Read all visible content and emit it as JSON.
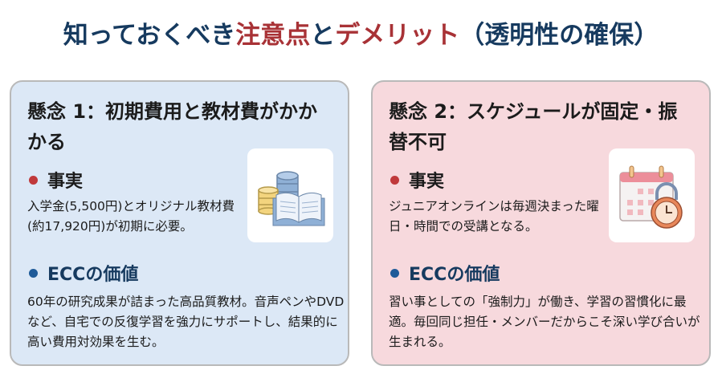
{
  "title": {
    "part1": "知っておくべき",
    "part2": "注意点",
    "part3": "と",
    "part4": "デメリット",
    "part5": "（透明性の確保）"
  },
  "colors": {
    "navy": "#163a5f",
    "red": "#a83236",
    "fact_dot": "#c0393b",
    "value_dot": "#1f5b99"
  },
  "cards": [
    {
      "heading": "懸念 1：初期費用と教材費がかかかる",
      "icon": "coins-and-book-icon",
      "fact_label": "事実",
      "fact_text": "入学金(5,500円)とオリジナル教材費(約17,920円)が初期に必要。",
      "value_label": "ECCの価値",
      "value_text": "60年の研究成果が詰まった高品質教材。音声ペンやDVDなど、自宅での反復学習を強力にサポートし、結果的に高い費用対効果を生む。"
    },
    {
      "heading": "懸念 2：スケジュールが固定・振替不可",
      "icon": "calendar-lock-clock-icon",
      "fact_label": "事実",
      "fact_text": "ジュニアオンラインは毎週決まった曜日・時間での受講となる。",
      "value_label": "ECCの価値",
      "value_text": "習い事としての「強制力」が働き、学習の習慣化に最適。毎回同じ担任・メンバーだからこそ深い学び合いが生まれる。"
    }
  ]
}
